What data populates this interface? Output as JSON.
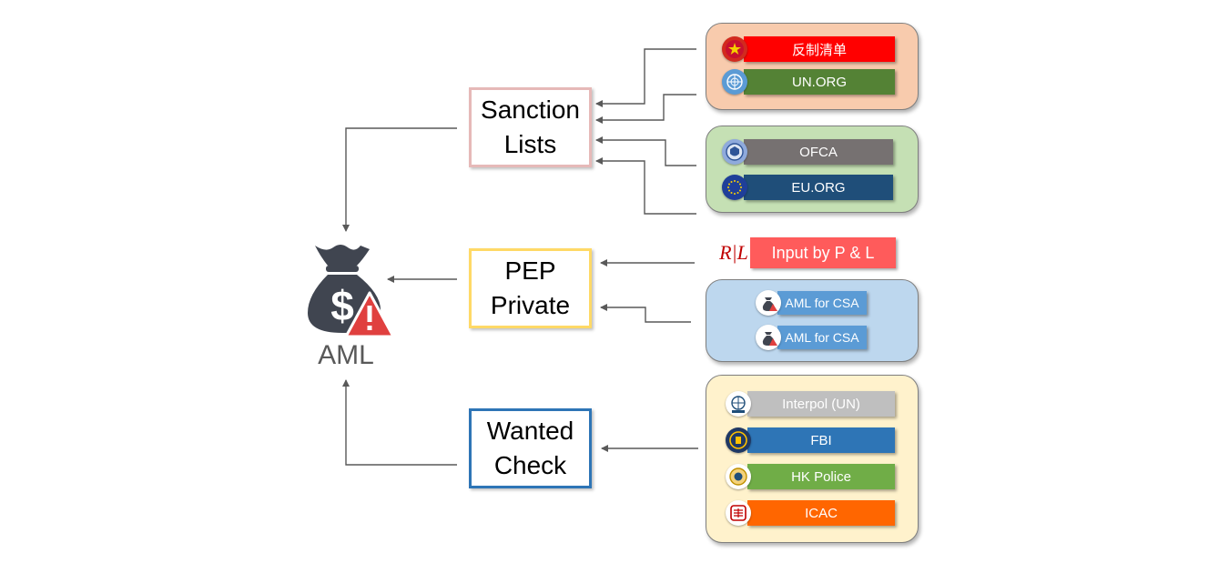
{
  "center": {
    "label": "AML",
    "icon": "money-bag-warning-icon"
  },
  "categories": [
    {
      "label_1": "Sanction",
      "label_2": "Lists",
      "border": "#e6b9b8"
    },
    {
      "label_1": "PEP",
      "label_2": "Private",
      "border": "#ffd966"
    },
    {
      "label_1": "Wanted",
      "label_2": "Check",
      "border": "#2e75b6"
    }
  ],
  "sanction_groups": [
    {
      "fill": "#f8cbad",
      "items": [
        {
          "label": "反制清单",
          "color": "#ff0000",
          "icon": "china-emblem-icon"
        },
        {
          "label": "UN.ORG",
          "color": "#548235",
          "icon": "un-emblem-icon"
        }
      ]
    },
    {
      "fill": "#c5e0b4",
      "items": [
        {
          "label": "OFCA",
          "color": "#767171",
          "icon": "ofac-seal-icon"
        },
        {
          "label": "EU.ORG",
          "color": "#1f4e79",
          "icon": "eu-flag-icon"
        }
      ]
    }
  ],
  "pep": {
    "input": {
      "logo": "R|L",
      "label": "Input by P & L",
      "color": "#ff5b5b"
    },
    "group_fill": "#bdd7ee",
    "items": [
      {
        "label": "AML for CSA",
        "color": "#5b9bd5",
        "icon": "money-bag-warning-icon"
      },
      {
        "label": "AML for CSA",
        "color": "#5b9bd5",
        "icon": "money-bag-warning-icon"
      }
    ]
  },
  "wanted": {
    "group_fill": "#fff2cc",
    "items": [
      {
        "label": "Interpol (UN)",
        "color": "#bfbfbf",
        "icon": "interpol-emblem-icon"
      },
      {
        "label": "FBI",
        "color": "#2e75b6",
        "icon": "fbi-seal-icon"
      },
      {
        "label": "HK Police",
        "color": "#70ad47",
        "icon": "hk-police-badge-icon"
      },
      {
        "label": "ICAC",
        "color": "#ff6600",
        "icon": "icac-seal-icon"
      }
    ]
  }
}
